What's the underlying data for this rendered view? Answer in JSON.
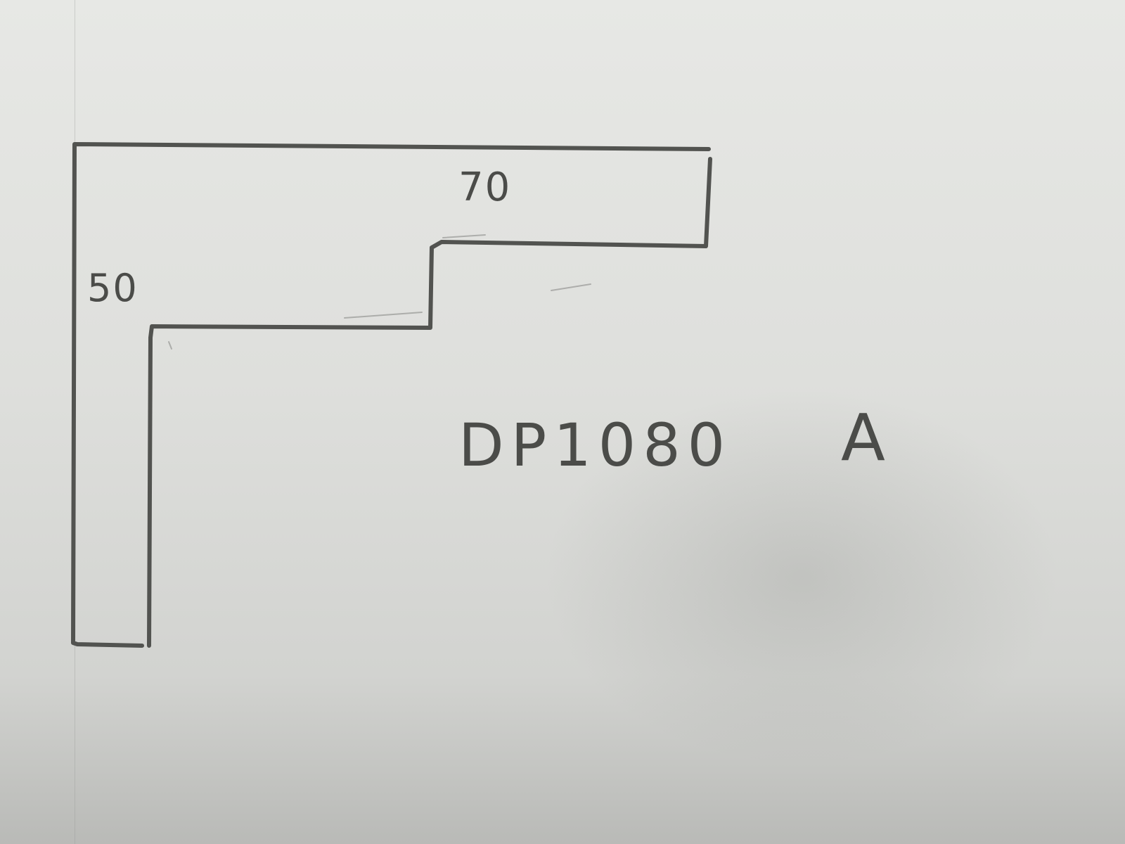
{
  "dimensions": {
    "top_width": "70",
    "side_width": "50"
  },
  "part_code": "DP1080",
  "revision": "A"
}
